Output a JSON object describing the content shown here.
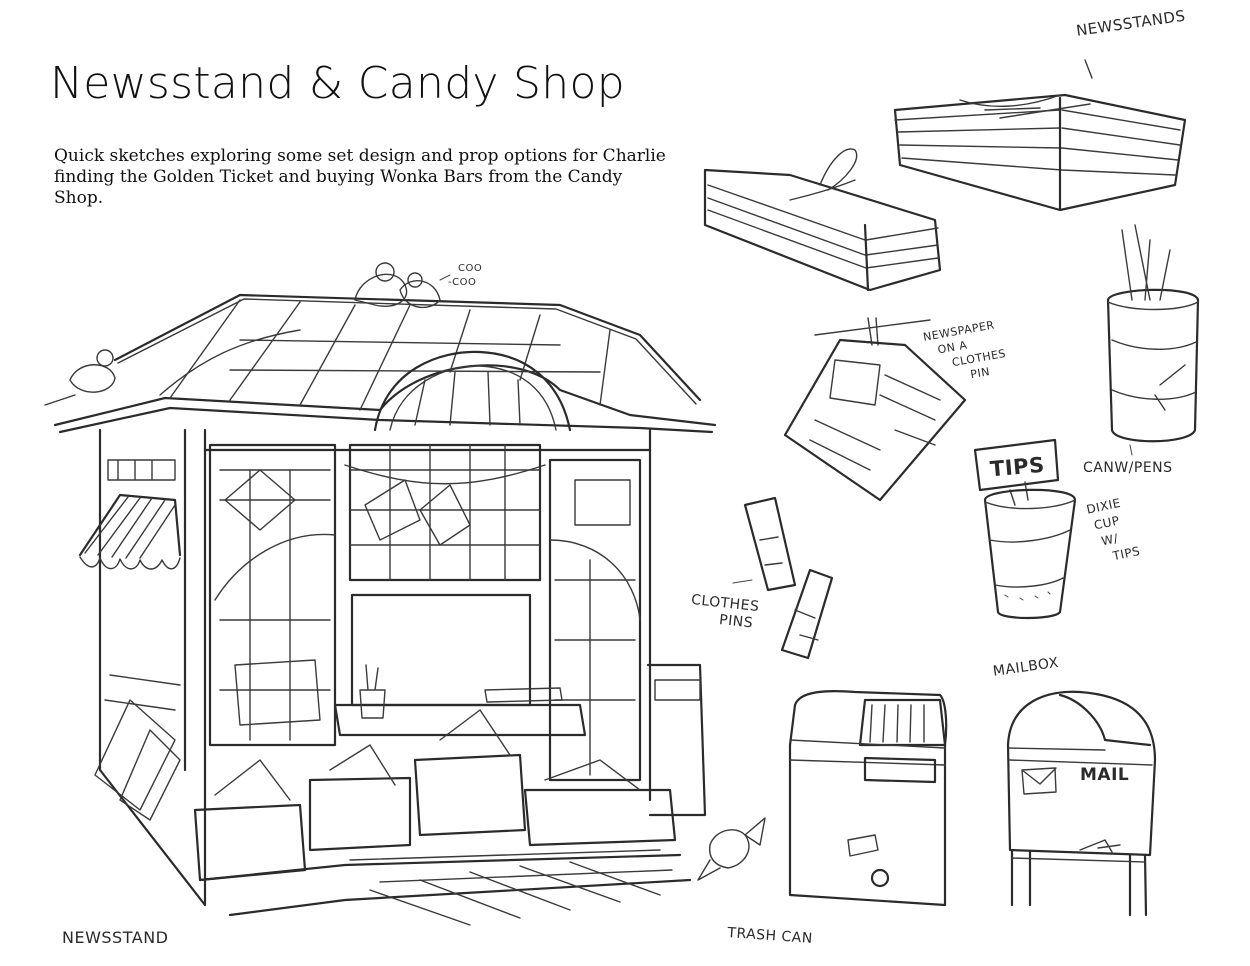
{
  "title": "Newsstand & Candy Shop",
  "description": "Quick sketches exploring some set design and prop options for Charlie finding the Golden Ticket and buying Wonka Bars from the Candy Shop.",
  "labels": {
    "newsstand": "NEWSSTAND",
    "newsstands": "NEWSSTANDS",
    "newspaper_clothespin": [
      "NEWSPAPER",
      "ON A",
      "CLOTHES",
      "PIN"
    ],
    "can_pens": "CANW/PENS",
    "tips_sign": "TIPS",
    "dixie_cup": [
      "DIXIE",
      "CUP",
      "W/",
      "TIPS"
    ],
    "clothes_pins": [
      "CLOTHES",
      "PINS"
    ],
    "mailbox": "MAILBOX",
    "mail": "MAIL",
    "trash_can": "TRASH CAN",
    "pigeon_sound": [
      "COO",
      "-COO"
    ]
  },
  "colors": {
    "ink": "#2b2b2b",
    "paper": "#ffffff"
  }
}
